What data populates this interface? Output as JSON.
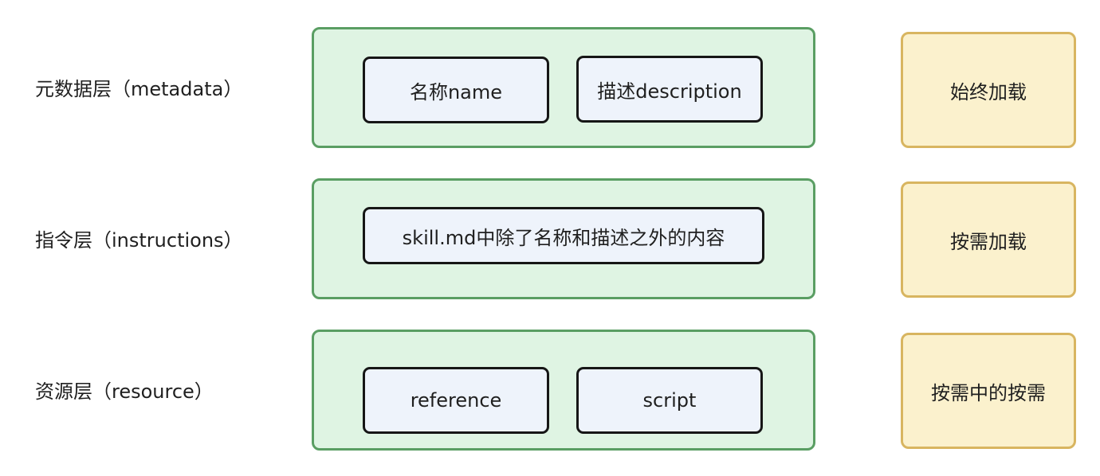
{
  "layers": [
    {
      "label": "元数据层（metadata）",
      "items": [
        "名称name",
        "描述description"
      ],
      "load": "始终加载"
    },
    {
      "label": "指令层（instructions）",
      "items": [
        "skill.md中除了名称和描述之外的内容"
      ],
      "load": "按需加载"
    },
    {
      "label": "资源层（resource）",
      "items": [
        "reference",
        "script"
      ],
      "load": "按需中的按需"
    }
  ]
}
